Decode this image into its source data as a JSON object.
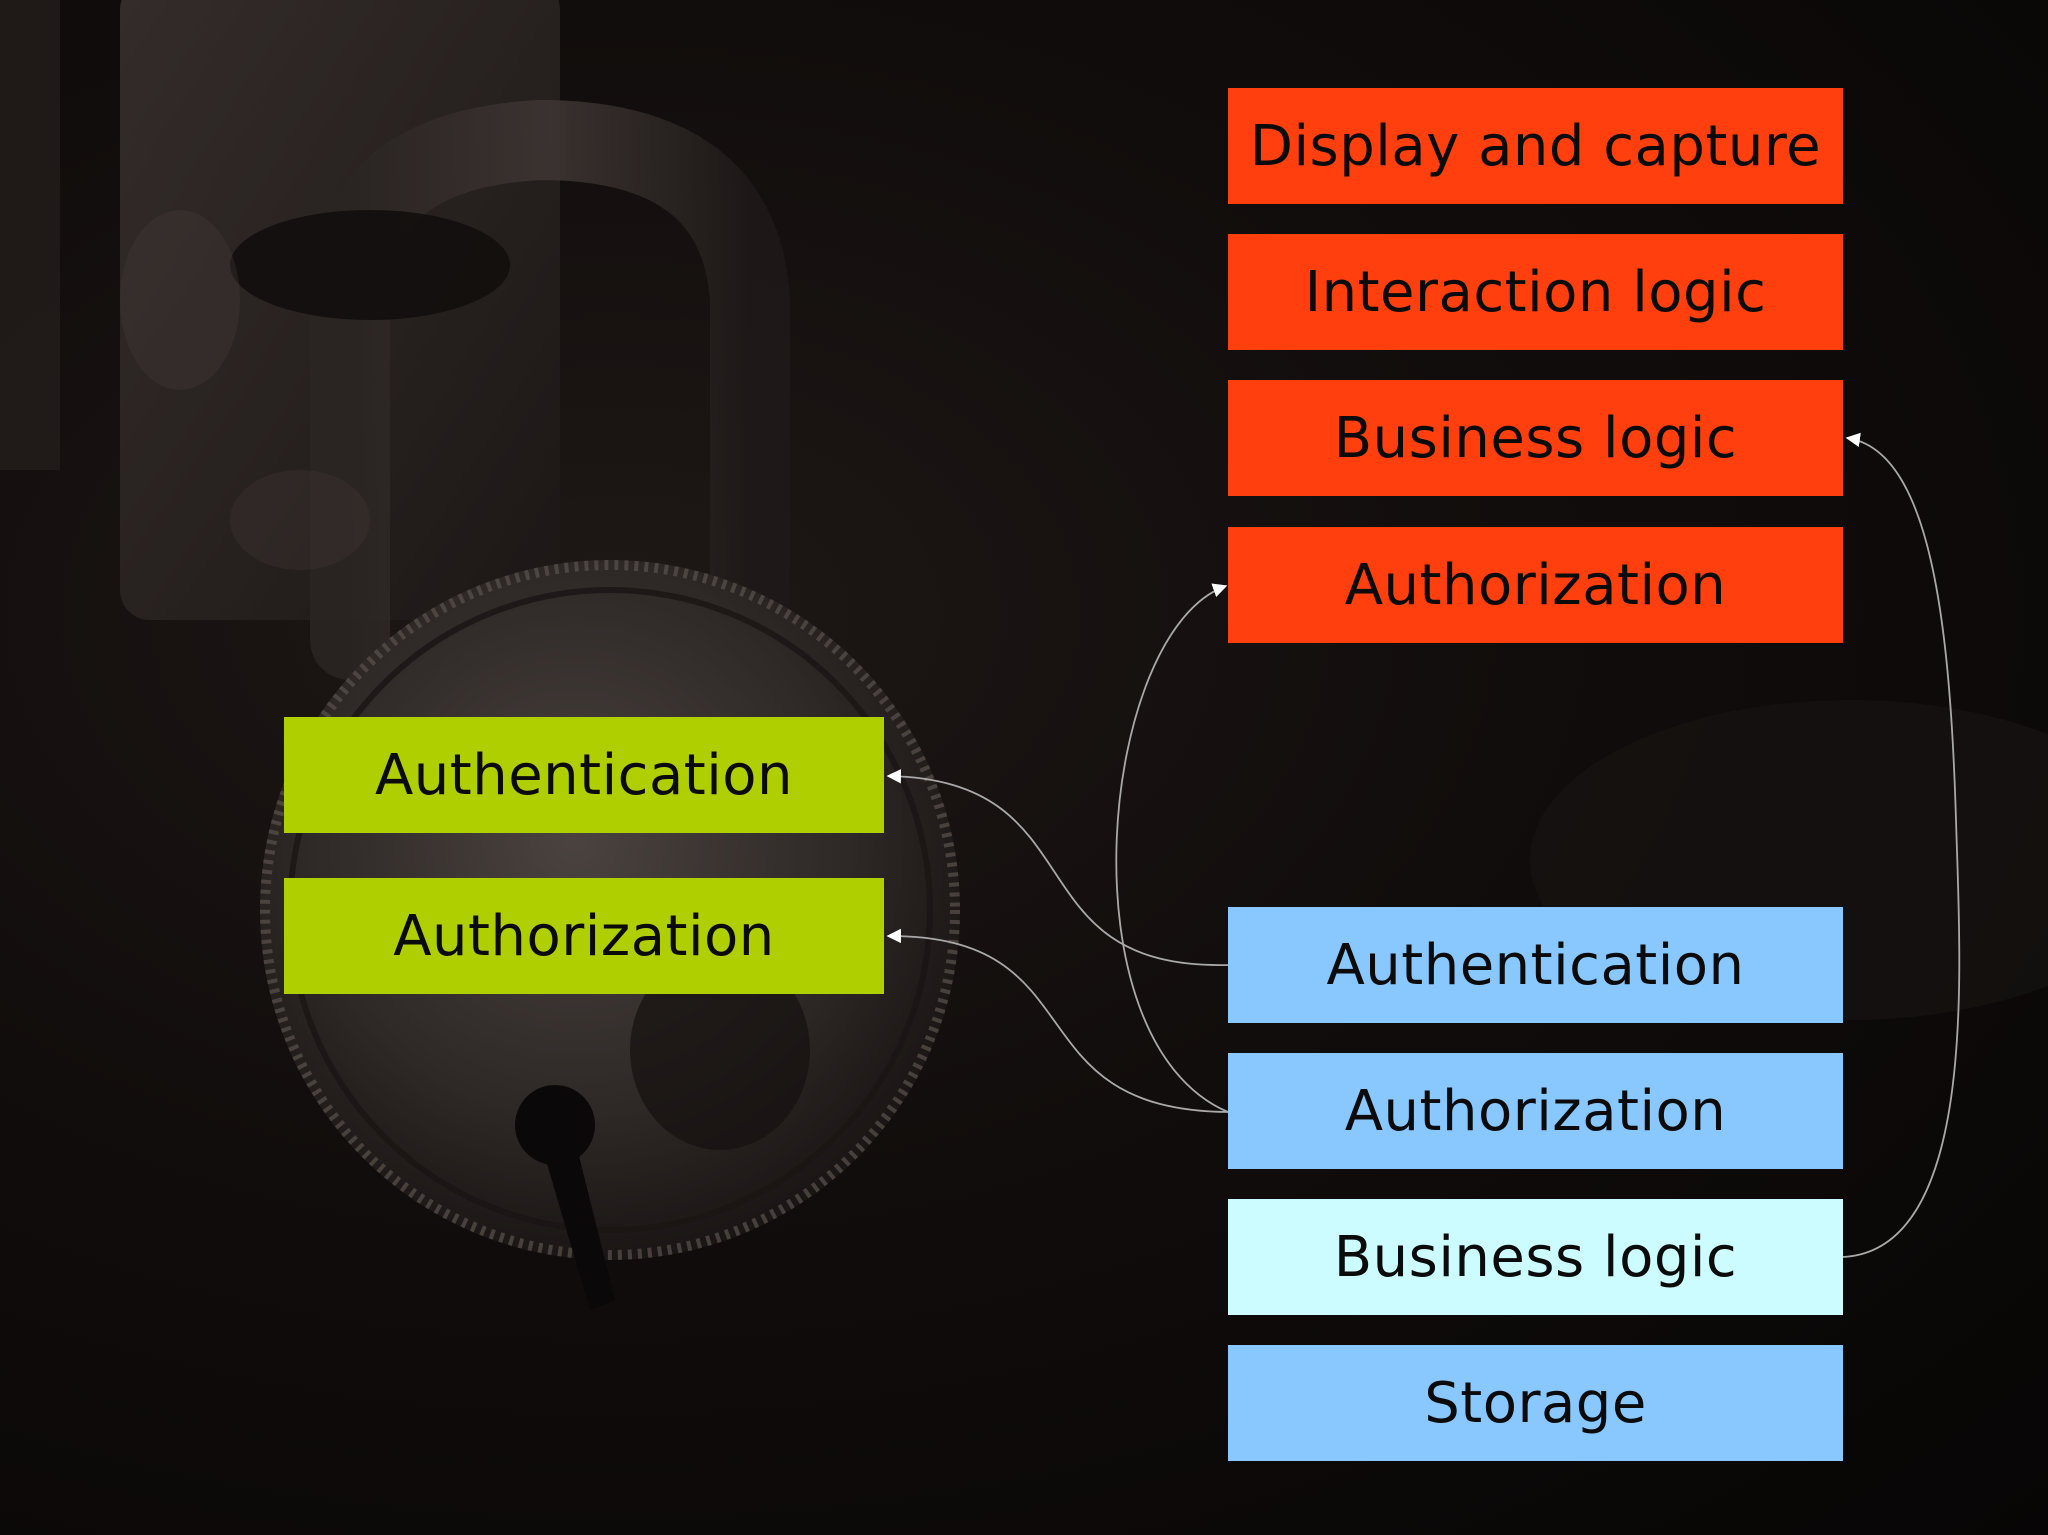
{
  "client_stack": {
    "layers": [
      {
        "label": "Display and capture"
      },
      {
        "label": "Interaction logic"
      },
      {
        "label": "Business logic"
      },
      {
        "label": "Authorization"
      }
    ]
  },
  "gateway_stack": {
    "layers": [
      {
        "label": "Authentication"
      },
      {
        "label": "Authorization"
      }
    ]
  },
  "server_stack": {
    "layers": [
      {
        "label": "Authentication"
      },
      {
        "label": "Authorization"
      },
      {
        "label": "Business logic"
      },
      {
        "label": "Storage"
      }
    ]
  },
  "colors": {
    "client": "#ff400e",
    "gateway": "#afcf00",
    "server": "#88c8ff",
    "server_highlight": "#ccfcff",
    "arrow": "#a9a9a9"
  },
  "background_image": "padlock-photo"
}
